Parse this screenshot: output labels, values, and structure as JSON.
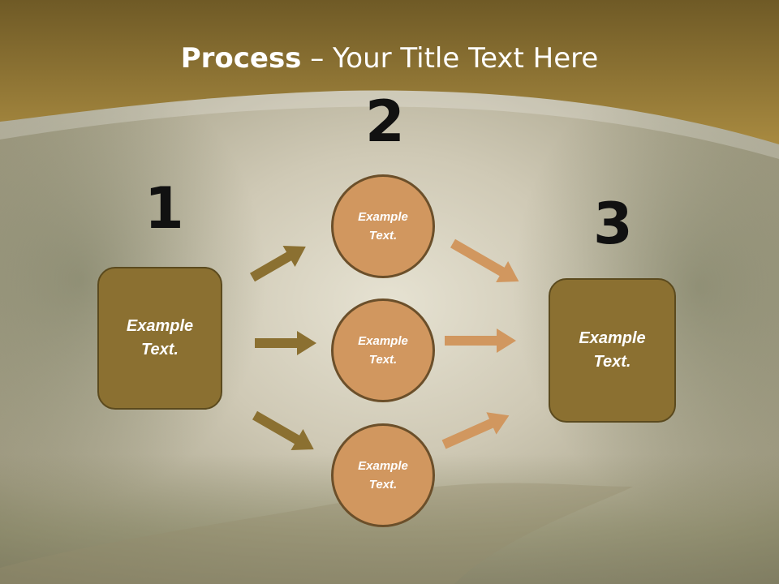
{
  "slide": {
    "title_bold": "Process",
    "title_rest": " – Your Title Text Here"
  },
  "steps": [
    {
      "number": "1",
      "text_line1": "Example",
      "text_line2": "Text."
    },
    {
      "number": "2"
    },
    {
      "number": "3",
      "text_line1": "Example",
      "text_line2": "Text."
    }
  ],
  "circles": [
    {
      "text_line1": "Example",
      "text_line2": "Text."
    },
    {
      "text_line1": "Example",
      "text_line2": "Text."
    },
    {
      "text_line1": "Example",
      "text_line2": "Text."
    }
  ],
  "colors": {
    "header": "#8f7733",
    "box_fill": "#8b7031",
    "circle_fill": "#d1975f",
    "arrow_dark": "#8b7031",
    "arrow_light": "#d1975f"
  }
}
